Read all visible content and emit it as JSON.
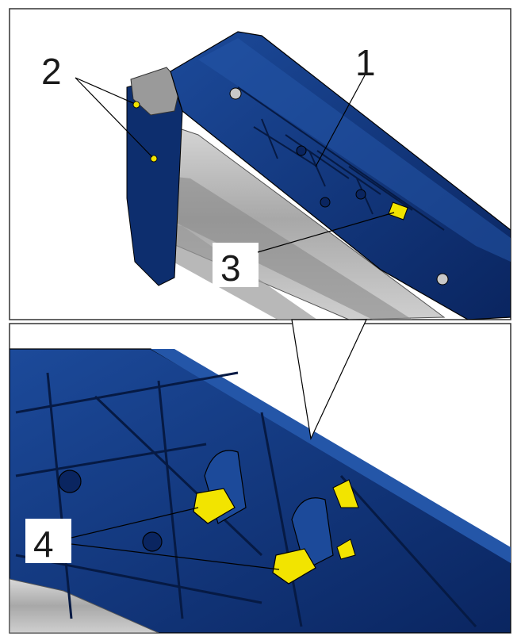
{
  "figure": {
    "callouts": [
      "1",
      "2",
      "3",
      "4"
    ],
    "colors": {
      "part_blue": "#0d2e6e",
      "part_blue_light": "#1c4a9a",
      "part_blue_dark": "#081d48",
      "clip_yellow": "#f2e400",
      "frame_gray": "#b8b8b8",
      "outline": "#000000"
    }
  }
}
